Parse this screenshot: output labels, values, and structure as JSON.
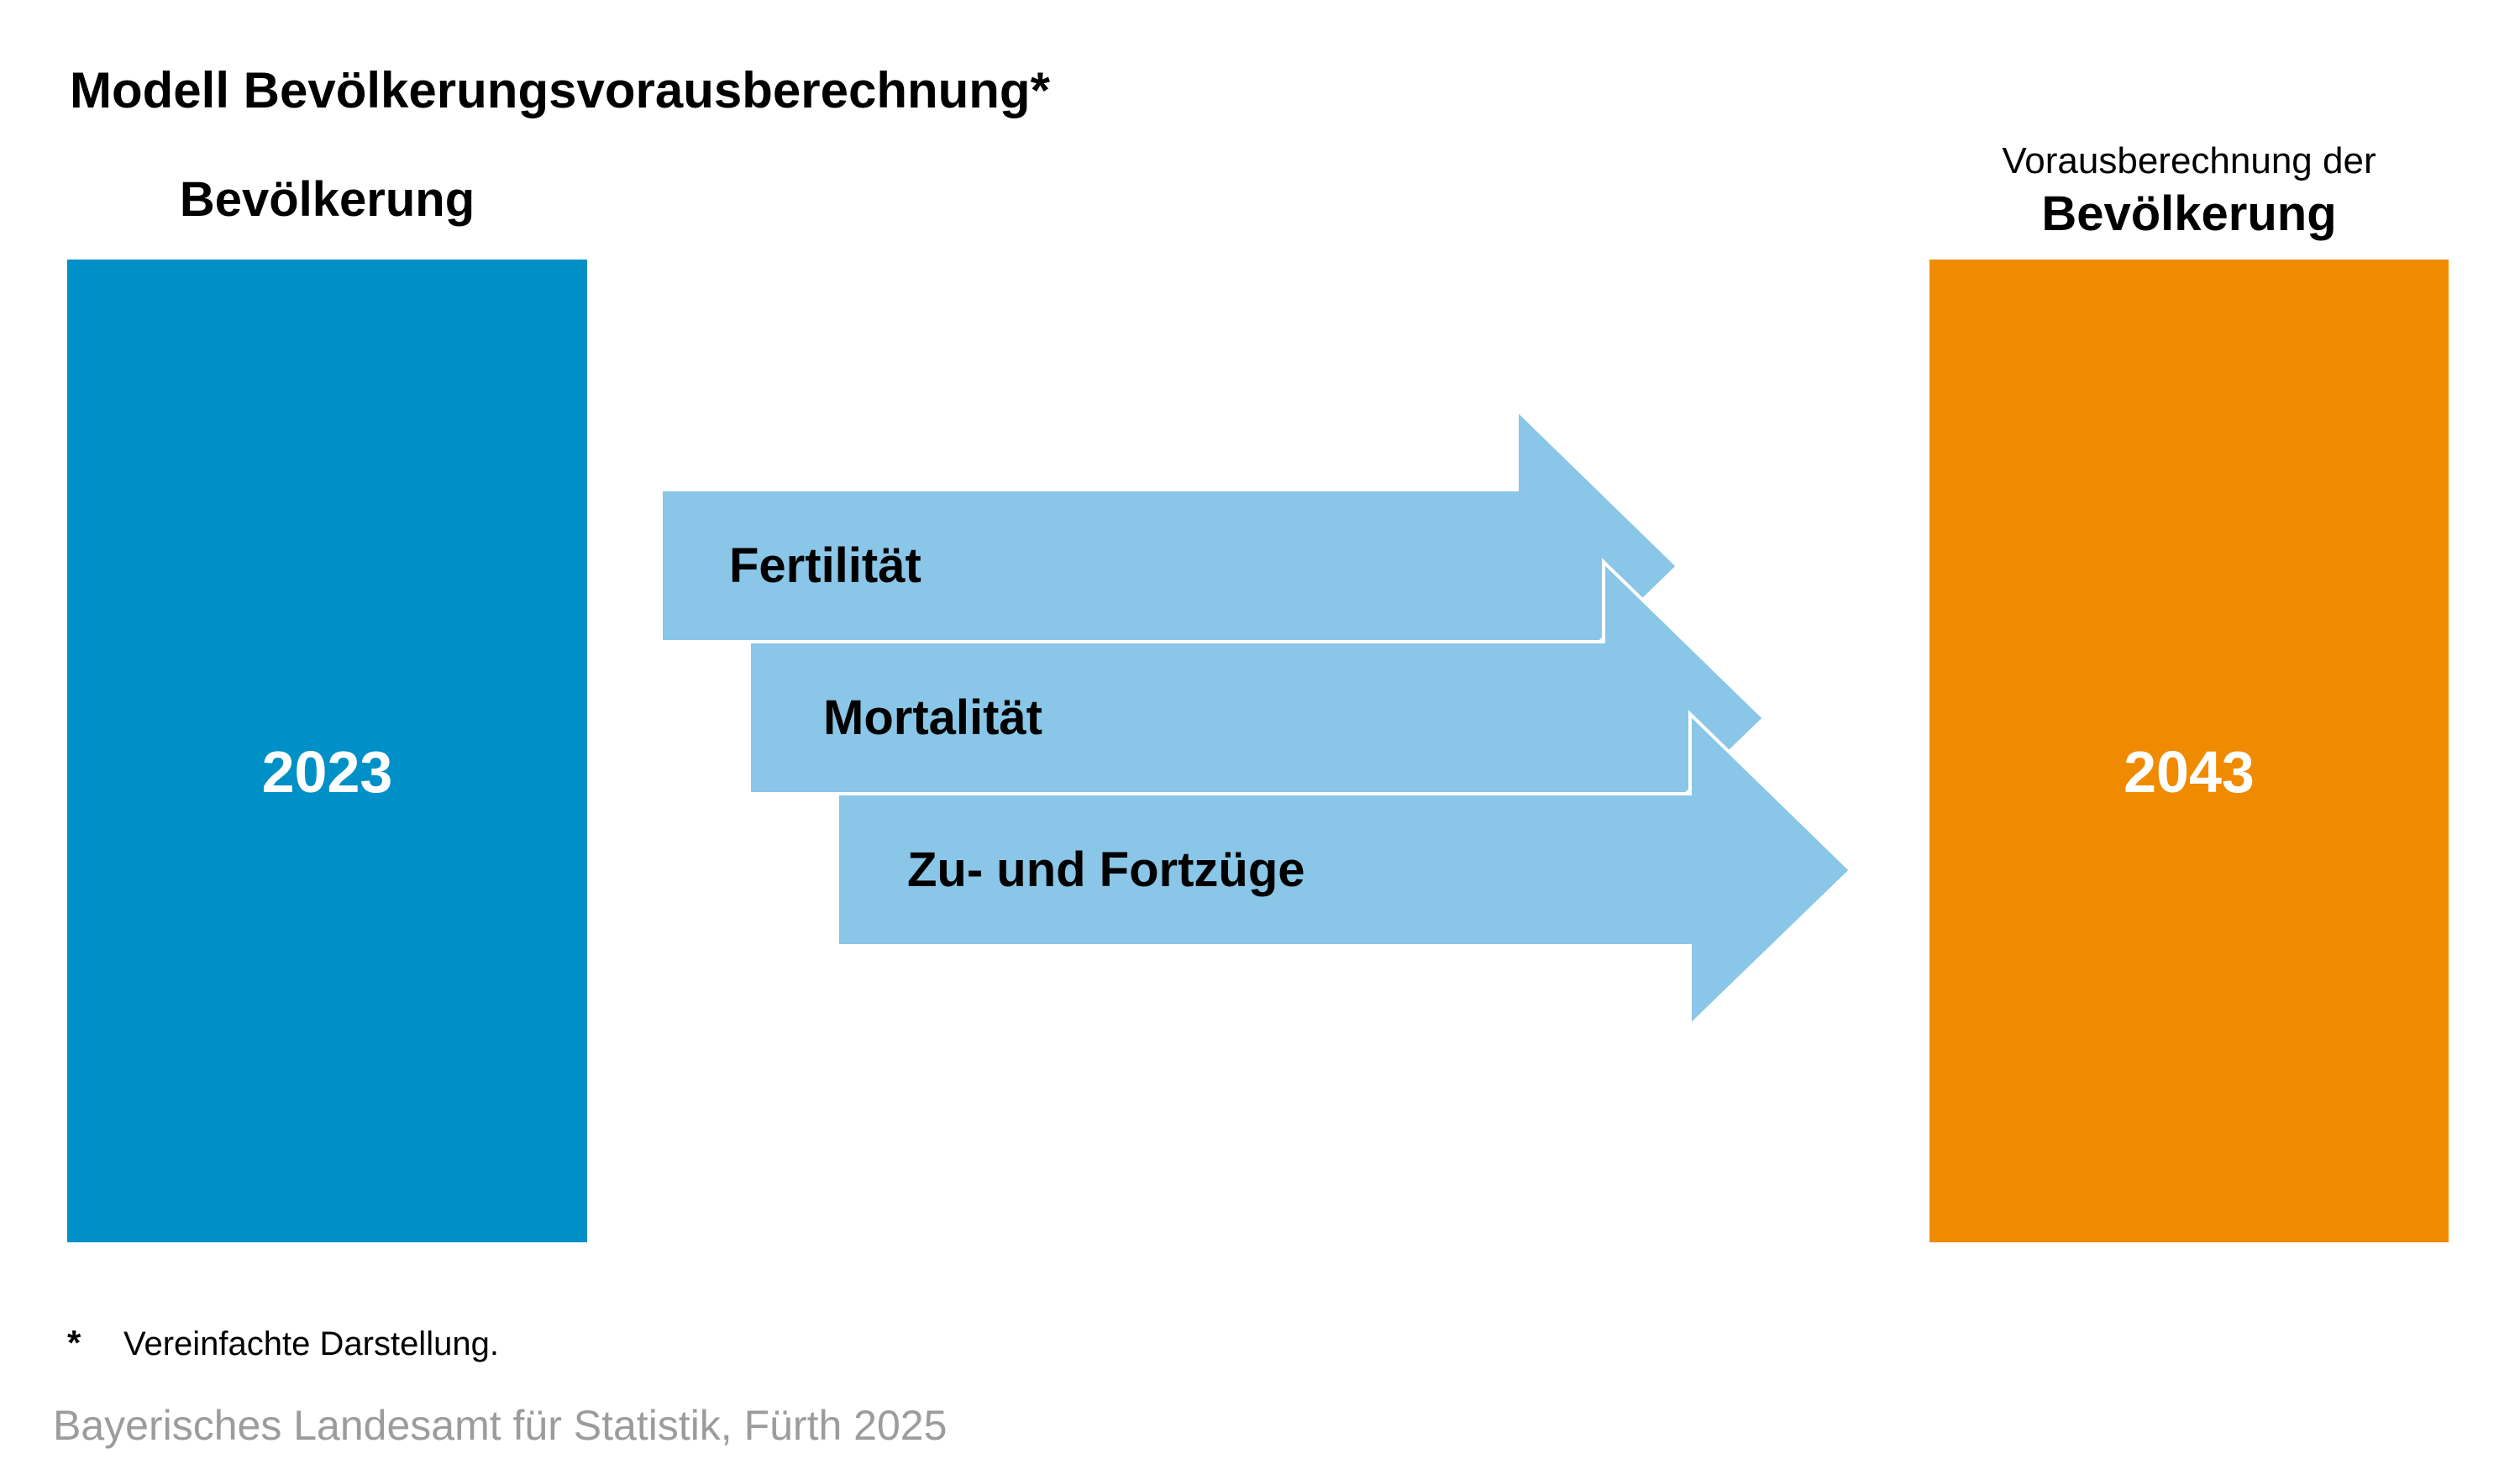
{
  "title": "Modell Bevölkerungsvorausberechnung*",
  "population": {
    "header": "Bevölkerung",
    "year": "2023"
  },
  "projection": {
    "header_line1": "Vorausberechnung der",
    "header_line2": "Bevölkerung",
    "year": "2043"
  },
  "arrows": [
    {
      "label": "Fertilität"
    },
    {
      "label": "Mortalität"
    },
    {
      "label": "Zu- und Fortzüge"
    }
  ],
  "footnote": {
    "marker": "*",
    "text": "Vereinfachte Darstellung."
  },
  "source": "Bayerisches Landesamt für Statistik, Fürth 2025",
  "colors": {
    "population_box": "#0090C8",
    "projection_box": "#F08A00",
    "arrow_fill": "#89C6E7",
    "arrow_outline": "#FFFFFF",
    "source_text": "#9C9C9C",
    "text": "#000000",
    "year_text": "#FFFFFF",
    "background": "#FFFFFF"
  }
}
